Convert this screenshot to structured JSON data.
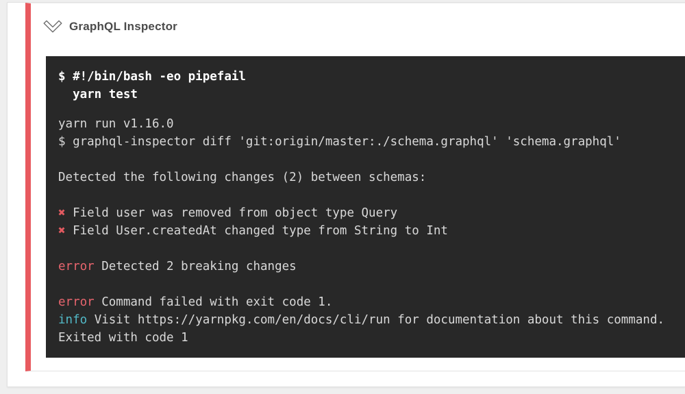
{
  "page": {
    "background": "#efefef"
  },
  "step": {
    "title": "GraphQL Inspector",
    "accent_color": "#e85a5f",
    "collapse_icon": "chevron-down-outline-icon"
  },
  "terminal": {
    "background": "#282828",
    "colors": {
      "plain": "#d9d9d9",
      "bold": "#ffffff",
      "cross": "#e25a60",
      "error": "#e8656e",
      "info": "#52b9c7"
    },
    "command_lines": [
      "$ #!/bin/bash -eo pipefail",
      "  yarn test"
    ],
    "lines": [
      [
        {
          "t": "yarn run v1.16.0",
          "c": "plain"
        }
      ],
      [
        {
          "t": "$ graphql-inspector diff 'git:origin/master:./schema.graphql' 'schema.graphql'",
          "c": "plain"
        }
      ],
      [],
      [
        {
          "t": "Detected the following changes (2) between schemas:",
          "c": "plain"
        }
      ],
      [],
      [
        {
          "t": "✖",
          "c": "cross"
        },
        {
          "t": " Field user was removed from object type Query",
          "c": "plain"
        }
      ],
      [
        {
          "t": "✖",
          "c": "cross"
        },
        {
          "t": " Field User.createdAt changed type from String to Int",
          "c": "plain"
        }
      ],
      [],
      [
        {
          "t": "error",
          "c": "error"
        },
        {
          "t": " Detected 2 breaking changes",
          "c": "plain"
        }
      ],
      [],
      [
        {
          "t": "error",
          "c": "error"
        },
        {
          "t": " Command failed with exit code 1.",
          "c": "plain"
        }
      ],
      [
        {
          "t": "info",
          "c": "info"
        },
        {
          "t": " Visit https://yarnpkg.com/en/docs/cli/run for documentation about this command.",
          "c": "plain"
        }
      ],
      [
        {
          "t": "Exited with code 1",
          "c": "plain"
        }
      ]
    ]
  }
}
